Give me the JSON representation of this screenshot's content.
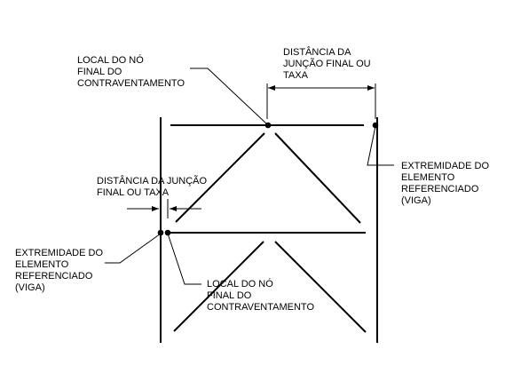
{
  "labels": {
    "top_node": [
      "LOCAL DO NÓ",
      "FINAL DO",
      "CONTRAVENTAMENTO"
    ],
    "top_distance": [
      "DISTÂNCIA DA",
      "JUNÇÃO FINAL OU",
      "TAXA"
    ],
    "right_end": [
      "EXTREMIDADE DO",
      "ELEMENTO",
      "REFERENCIADO",
      "(VIGA)"
    ],
    "left_distance": [
      "DISTÂNCIA DA JUNÇÃO",
      "FINAL OU TAXA"
    ],
    "left_end": [
      "EXTREMIDADE DO",
      "ELEMENTO",
      "REFERENCIADO",
      "(VIGA)"
    ],
    "bottom_node": [
      "LOCAL DO NÓ",
      "FINAL DO",
      "CONTRAVENTAMENTO"
    ]
  },
  "colors": {
    "line": "#000000",
    "background": "#ffffff"
  }
}
